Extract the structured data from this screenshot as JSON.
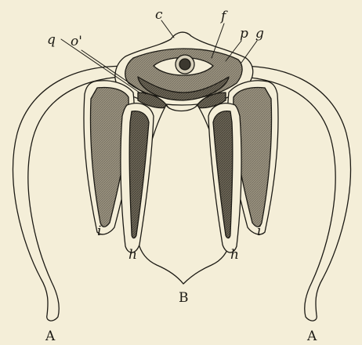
{
  "figure": {
    "labels": {
      "c": "c",
      "f": "f",
      "p": "p",
      "g": "g",
      "q": "q",
      "o_prime": "o'",
      "i_left": "i",
      "h_left": "h",
      "h_right": "h",
      "i_right": "i",
      "B": "B",
      "A_left": "A",
      "A_right": "A"
    },
    "colors": {
      "paper": "#f4eed8",
      "ink": "#1c1a14",
      "shade": "#8f8876",
      "shade_dark": "#5e584b"
    }
  }
}
